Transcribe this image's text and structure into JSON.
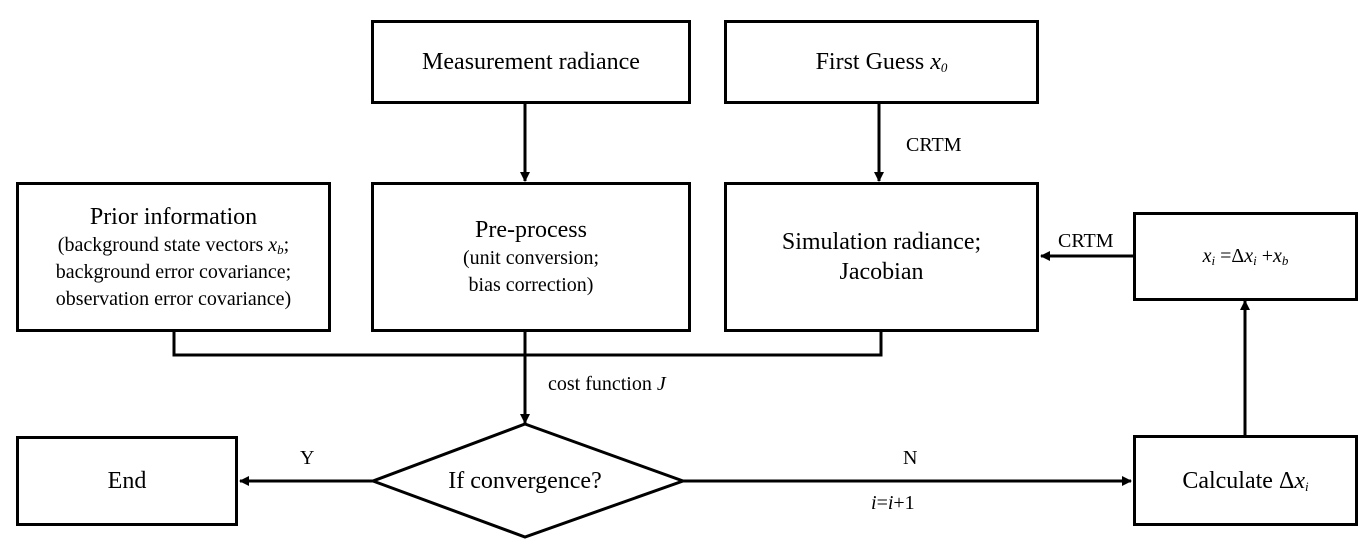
{
  "nodes": {
    "measurement": {
      "label": "Measurement radiance"
    },
    "first_guess": {
      "label": "First Guess",
      "var": "x",
      "sub": "0"
    },
    "prior": {
      "title": "Prior information",
      "line1_pre": "(background state vectors ",
      "line1_var": "x",
      "line1_sub": "b",
      "line1_post": ";",
      "line2": "background error covariance;",
      "line3": "observation error covariance)"
    },
    "preprocess": {
      "title": "Pre-process",
      "line1": "(unit conversion;",
      "line2": "bias correction)"
    },
    "simulation": {
      "line1": "Simulation radiance;",
      "line2": "Jacobian"
    },
    "update": {
      "lhs_var": "x",
      "lhs_sub": "i",
      "eq": " =Δ",
      "mid_var": "x",
      "mid_sub": "i",
      "plus": " +",
      "rhs_var": "x",
      "rhs_sub": "b"
    },
    "decision": {
      "label": "If convergence?"
    },
    "end": {
      "label": "End"
    },
    "calculate": {
      "label": "Calculate Δ",
      "var": "x",
      "sub": "i"
    }
  },
  "edge_labels": {
    "crtm_top": "CRTM",
    "crtm_right": "CRTM",
    "cost_function": "cost function ",
    "cost_var": "J",
    "yes": "Y",
    "no": "N",
    "iter_var1": "i",
    "iter_eq": "=",
    "iter_var2": "i",
    "iter_rest": "+1"
  }
}
